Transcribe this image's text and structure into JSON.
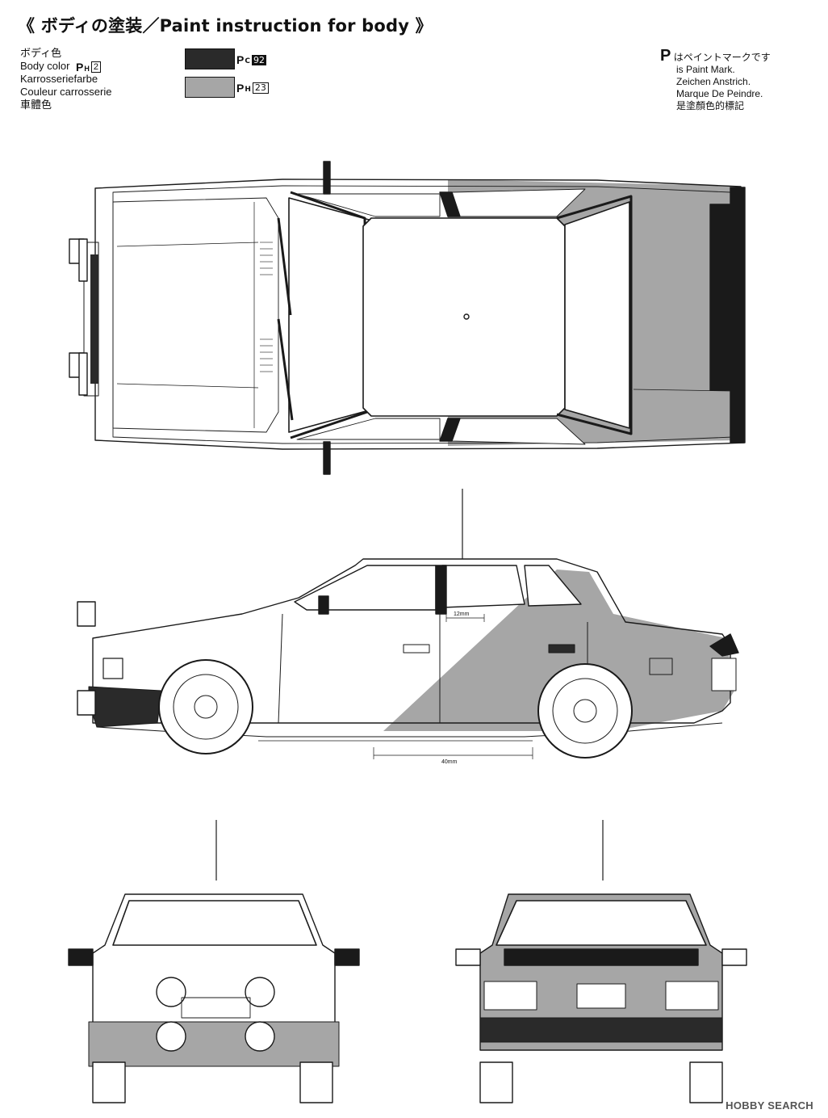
{
  "title": "《 ボディの塗装／Paint instruction for body 》",
  "legend": {
    "lines": [
      "ボディ色",
      "Body color",
      "Karrosseriefarbe",
      "Couleur carrosserie",
      "車體色"
    ],
    "body_color_mark": "P",
    "body_color_sub": "H",
    "body_color_number": "2"
  },
  "swatches": [
    {
      "color": "#2a2a2a",
      "mark": "P",
      "sub": "C",
      "number": "92"
    },
    {
      "color": "#a6a6a6",
      "mark": "P",
      "sub": "H",
      "number": "23"
    }
  ],
  "paint_mark_note": {
    "mark": "P",
    "lines": [
      "はペイントマークです",
      "is Paint Mark.",
      "Zeichen Anstrich.",
      "Marque De Peindre.",
      "是塗顏色的標記"
    ]
  },
  "dimensions": {
    "roof_pillar": "12mm",
    "side_line": "40mm"
  },
  "colors": {
    "dark_paint": "#2a2a2a",
    "grey_paint": "#a6a6a6",
    "line": "#1a1a1a"
  },
  "watermark": "HOBBY SEARCH"
}
